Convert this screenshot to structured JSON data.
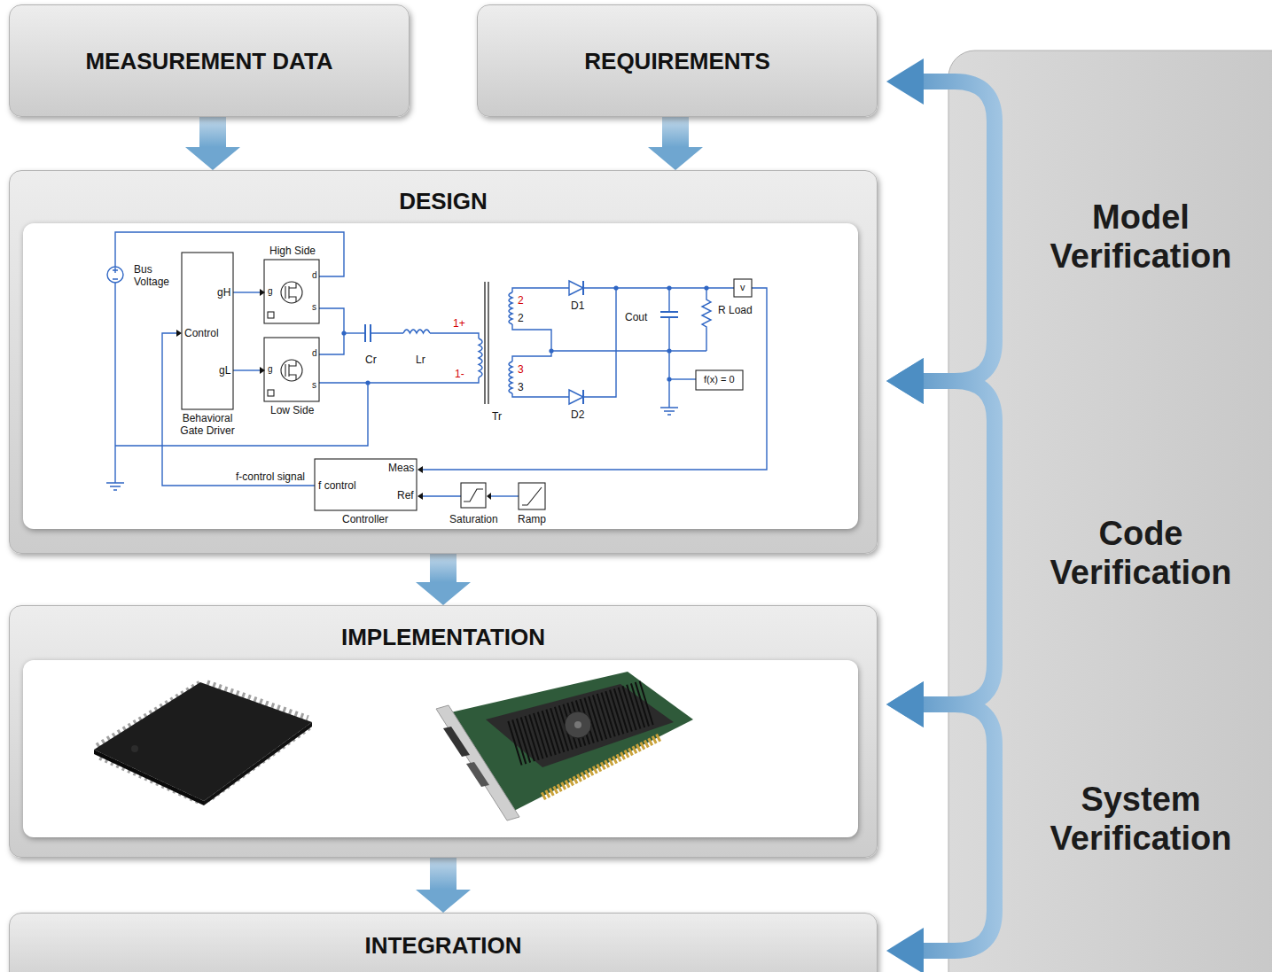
{
  "diagram": {
    "nodes": [
      {
        "text": [
          "MEASUREMENT DATA"
        ]
      },
      {
        "text": [
          "REQUIREMENTS"
        ]
      },
      {
        "text": [
          "DESIGN"
        ]
      },
      {
        "text": [
          "IMPLEMENTATION"
        ]
      },
      {
        "text": [
          "INTEGRATION"
        ]
      }
    ],
    "edges": [
      {
        "from": 0,
        "to": 2,
        "arrow": "to"
      },
      {
        "from": 1,
        "to": 2,
        "arrow": "to"
      },
      {
        "from": 2,
        "to": 3,
        "arrow": "to"
      },
      {
        "from": 3,
        "to": 4,
        "arrow": "to"
      },
      {
        "from": 1,
        "to": 2,
        "label": "Model Verification",
        "arrow": "both"
      },
      {
        "from": 2,
        "to": 3,
        "label": "Code Verification",
        "arrow": "both"
      },
      {
        "from": 3,
        "to": 4,
        "label": "System Verification",
        "arrow": "both"
      }
    ],
    "labels": [
      "High Side",
      "Bus Voltage",
      "d",
      "g",
      "s",
      "gH",
      "Control",
      "gL",
      "1+",
      "2",
      "D1",
      "Cout",
      "R Load",
      "v",
      "Cr",
      "Lr",
      "2",
      "3",
      "1-",
      "f(x) = 0",
      "d",
      "g",
      "s",
      "Low Side",
      "3",
      "Behavioral Gate Driver",
      "Tr",
      "D2",
      "f-control signal",
      "f control",
      "Meas",
      "Ref",
      "Controller",
      "Saturation",
      "Ramp"
    ]
  }
}
